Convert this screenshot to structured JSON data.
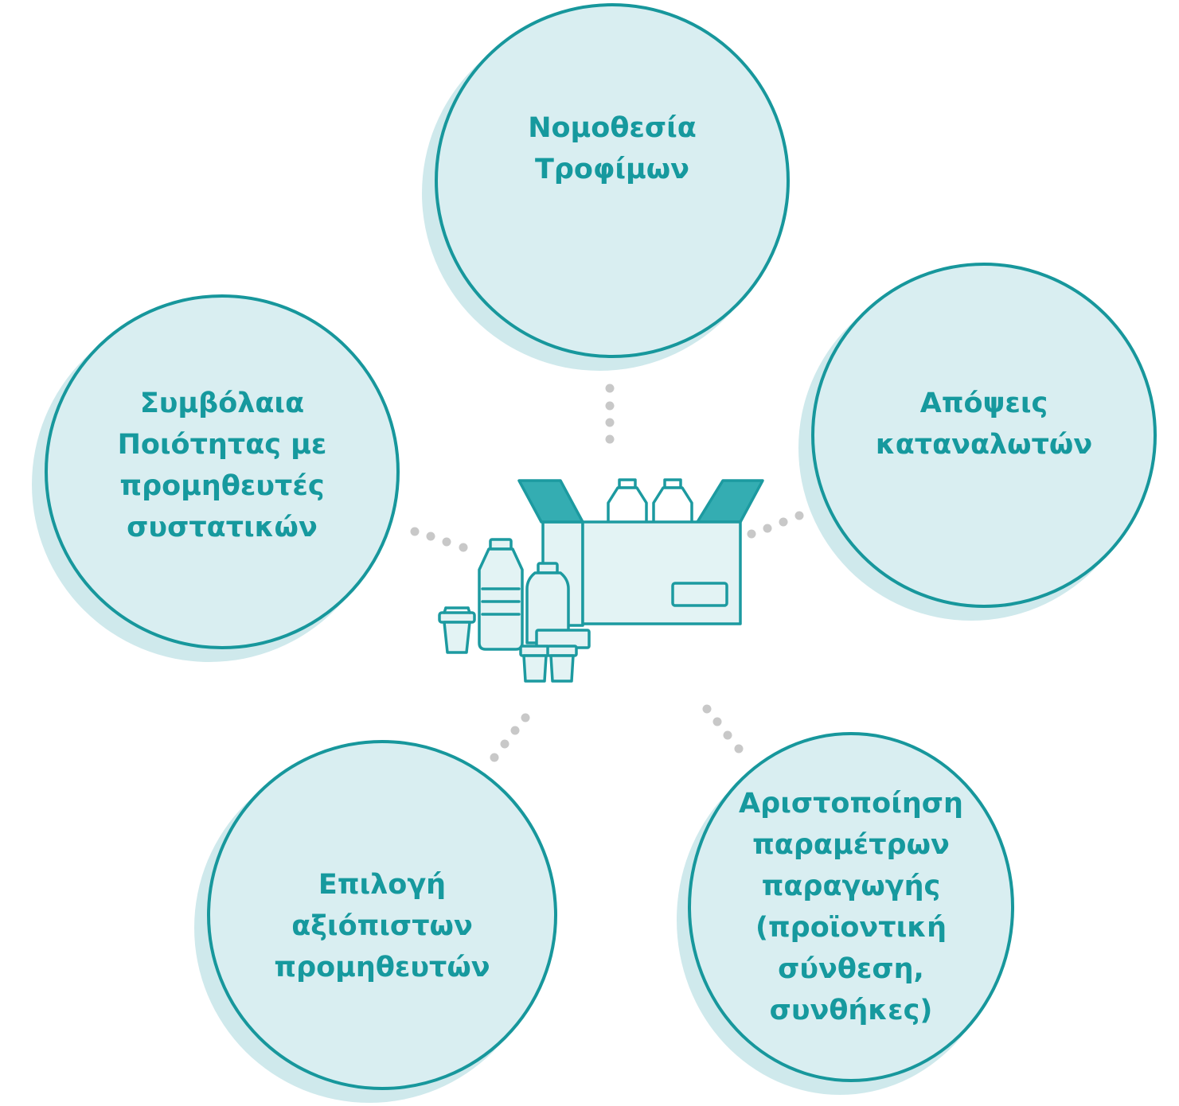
{
  "diagram": {
    "colors": {
      "circle_fill": "#d9eef1",
      "circle_shadow": "#cfe9ec",
      "circle_border": "#17979c",
      "label_text": "#16999e",
      "dots": "#c8c8c8",
      "icon_stroke": "#1c9aa0",
      "icon_fill": "#e3f3f4",
      "icon_flap": "#34adb2"
    },
    "center_icon": "food-products-box-icon",
    "nodes": {
      "top": "Νομοθεσία\nΤροφίμων",
      "left": "Συμβόλαια\nΠοιότητας με\nπρομηθευτές\nσυστατικών",
      "right": "Απόψεις\nκαταναλωτών",
      "bottom_left": "Επιλογή\nαξιόπιστων\nπρομηθευτών",
      "bottom_right": "Αριστοποίηση\nπαραμέτρων\nπαραγωγής\n(προϊοντική\nσύνθεση,\nσυνθήκες)"
    }
  }
}
